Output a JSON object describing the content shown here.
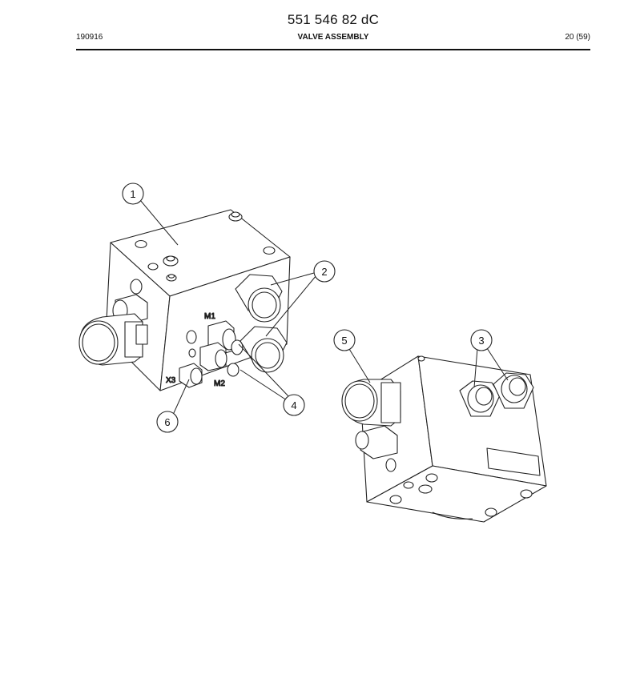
{
  "header": {
    "doc_number": "551 546 82 dC",
    "date_code": "190916",
    "section_title": "VALVE ASSEMBLY",
    "page_indicator": "20 (59)"
  },
  "drawing": {
    "port_labels": {
      "m1": "M1",
      "m2": "M2",
      "x3": "X3"
    },
    "callouts": [
      "1",
      "2",
      "3",
      "4",
      "5",
      "6"
    ]
  }
}
